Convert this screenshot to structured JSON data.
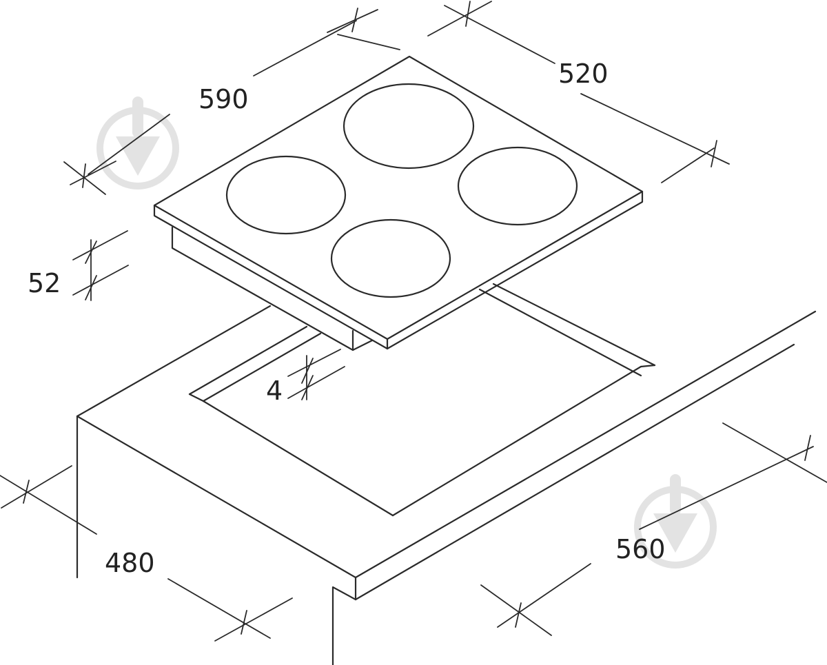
{
  "diagram": {
    "type": "isometric installation drawing",
    "subject": "4-zone hob built into countertop cutout",
    "units": "mm",
    "line_color": "#2a2a2a",
    "background": "#ffffff",
    "watermark_color": "#e3e3e3",
    "burner_count": 4
  },
  "dimensions": {
    "hob_width": "590",
    "hob_depth": "520",
    "hob_height": "52",
    "clearance": "4",
    "cutout_depth": "480",
    "cutout_width": "560"
  },
  "icons": {
    "watermark": "trowel-in-circle-icon"
  }
}
